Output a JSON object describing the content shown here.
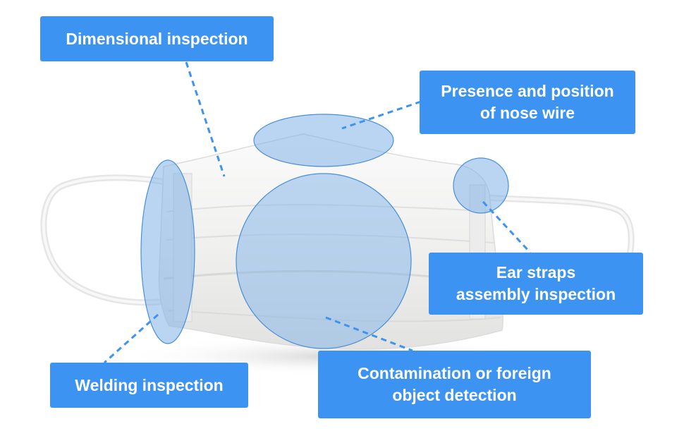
{
  "callouts": {
    "dimensional": {
      "label": "Dimensional inspection"
    },
    "nose_wire": {
      "line1": "Presence and position",
      "line2": "of nose wire"
    },
    "ear_straps": {
      "line1": "Ear straps",
      "line2": "assembly inspection"
    },
    "welding": {
      "label": "Welding inspection"
    },
    "contamination": {
      "line1": "Contamination or foreign",
      "line2": "object detection"
    }
  },
  "colors": {
    "callout_background": "#3d93f1",
    "callout_text": "#ffffff",
    "highlight_fill": "#7fb2e8",
    "highlight_stroke": "#4a8fd6",
    "leader_line": "#3d93f1",
    "mask_body": "#f3f3f2",
    "mask_shadow": "#d9d9d8"
  },
  "icons": {
    "product": "surgical-face-mask"
  }
}
